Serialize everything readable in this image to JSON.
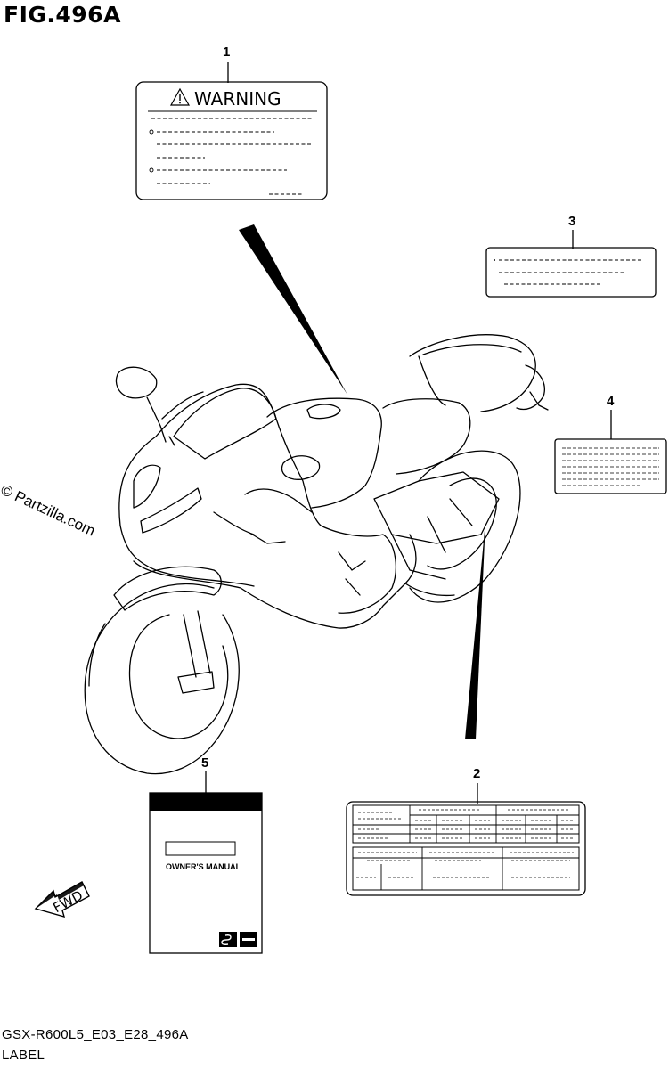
{
  "figure": {
    "title": "FIG.496A",
    "watermark": "© Partzilla.com",
    "footer_code": "GSX-R600L5_E03_E28_496A",
    "footer_label": "LABEL"
  },
  "callouts": [
    {
      "number": "1"
    },
    {
      "number": "2"
    },
    {
      "number": "3"
    },
    {
      "number": "4"
    },
    {
      "number": "5"
    }
  ],
  "labels": {
    "warning_heading": "WARNING",
    "manual_title": "OWNER'S MANUAL",
    "direction_text": "FWD"
  },
  "icons": [
    "warning-triangle-icon",
    "brand-logo-icon",
    "fwd-arrow-icon"
  ]
}
